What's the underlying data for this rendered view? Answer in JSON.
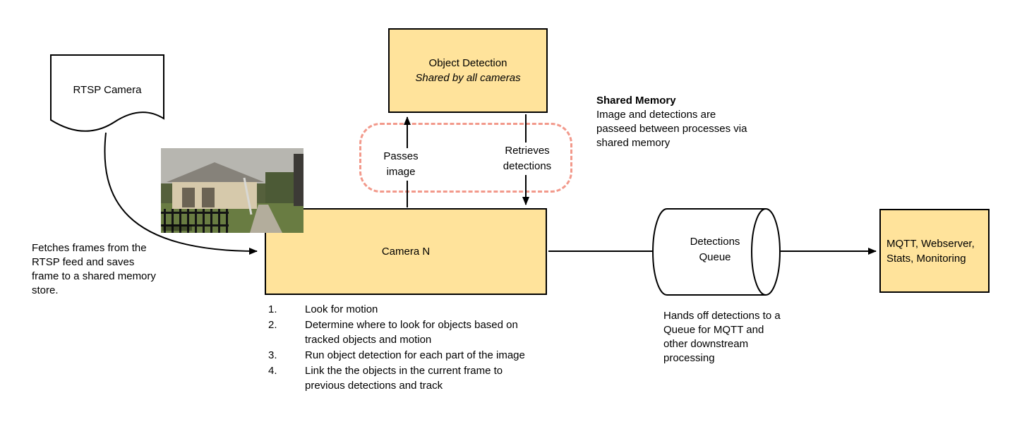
{
  "diagram": {
    "colors": {
      "box_fill": "#FFE39B",
      "dashed_border": "#F2998B"
    },
    "rtsp_camera": {
      "label": "RTSP Camera"
    },
    "fetch_note": "Fetches frames from the RTSP feed and saves frame to a shared memory store.",
    "object_detection": {
      "title": "Object Detection",
      "subtitle": "Shared by all cameras"
    },
    "edge_labels": {
      "passes_image": "Passes image",
      "retrieves_detections": "Retrieves detections"
    },
    "shared_memory": {
      "title": "Shared Memory",
      "body": "Image and detections are passeed between processes via shared memory"
    },
    "camera_n": {
      "label": "Camera N"
    },
    "camera_steps": [
      {
        "num": "1.",
        "text": "Look for motion"
      },
      {
        "num": "2.",
        "text": "Determine where to look for objects based on tracked objects and motion"
      },
      {
        "num": "3.",
        "text": "Run object detection for each part of the image"
      },
      {
        "num": "4.",
        "text": "Link the the objects in the current frame to previous detections and track"
      }
    ],
    "detections_queue": {
      "label": "Detections Queue"
    },
    "queue_note": "Hands off detections to a Queue for MQTT and other downstream processing",
    "outputs": {
      "label": "MQTT, Webserver, Stats, Monitoring"
    }
  }
}
